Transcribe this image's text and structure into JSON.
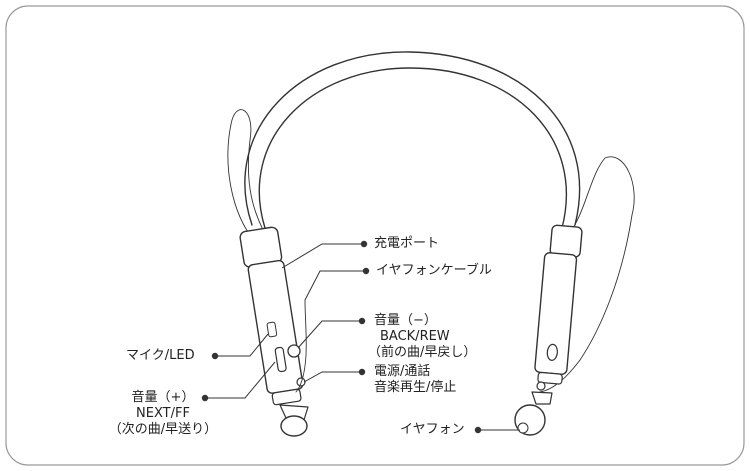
{
  "labels": {
    "charge_port": "充電ポート",
    "earphone_cable": "イヤフォンケーブル",
    "vol_down": [
      "音量（−）",
      "BACK/REW",
      "（前の曲/早戻し）"
    ],
    "power_call": [
      "電源/通話",
      "音楽再生/停止"
    ],
    "mic_led": "マイク/LED",
    "vol_up": [
      "音量（+）",
      "NEXT/FF",
      "（次の曲/早送り）"
    ],
    "earphone": "イヤフォン"
  },
  "colors": {
    "line": "#333333",
    "fill": "#ffffff",
    "border": "#9a9a9a",
    "text": "#222222"
  }
}
